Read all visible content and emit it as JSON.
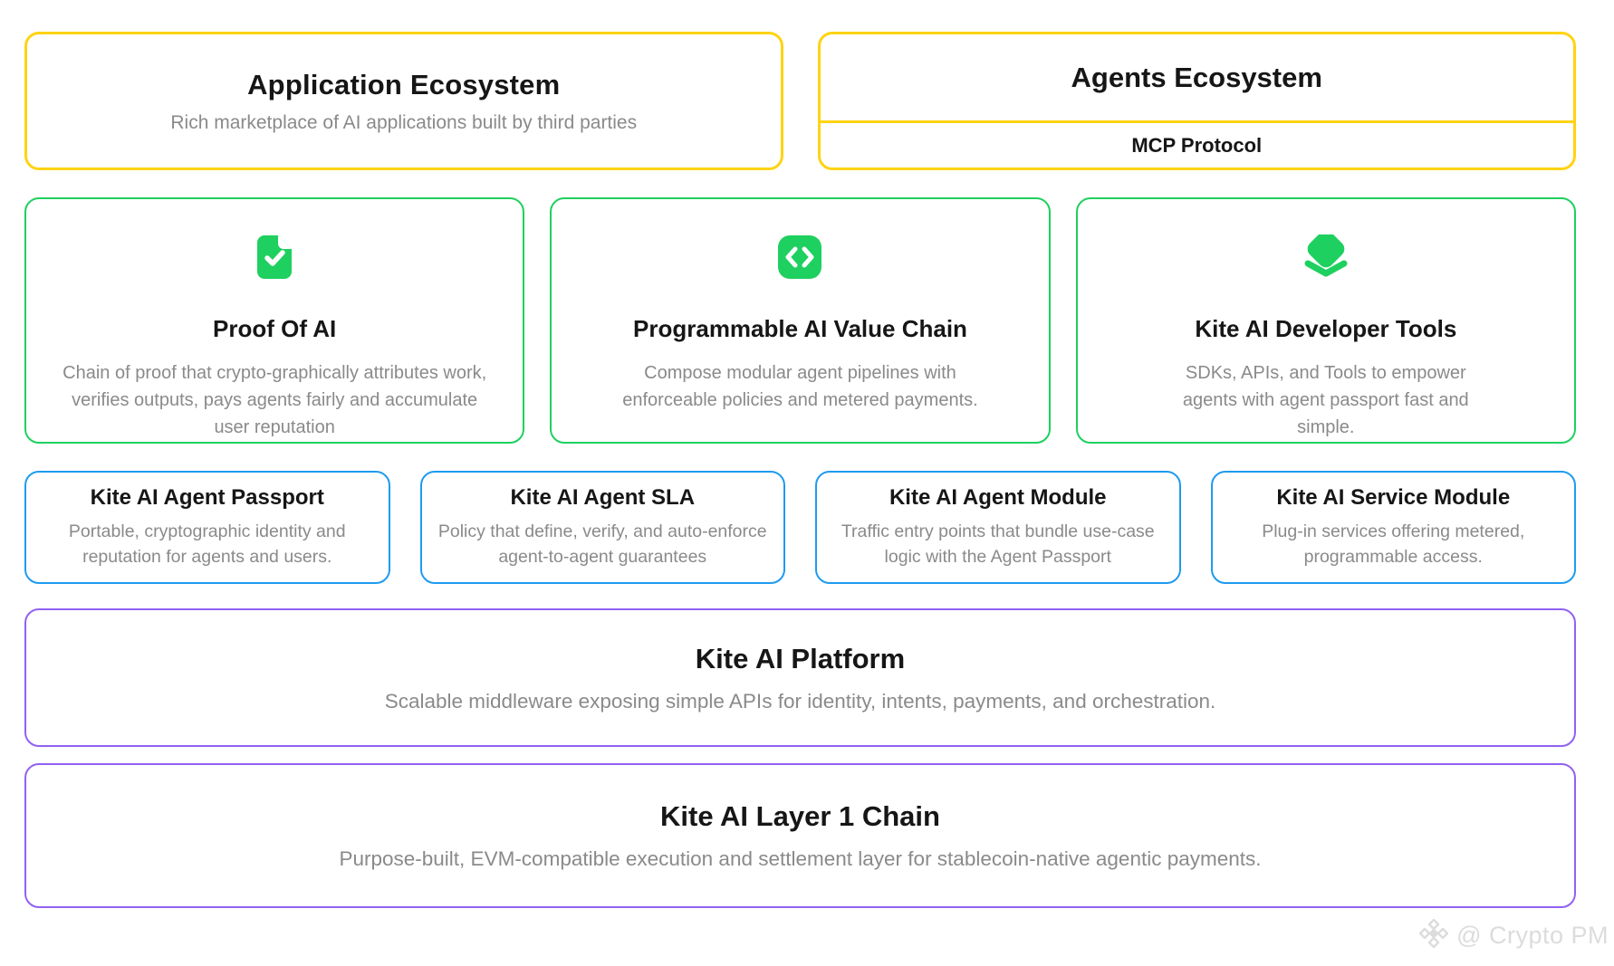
{
  "colors": {
    "yellow": "#ffd312",
    "green": "#1ed05f",
    "blue": "#1e9bf0",
    "purple": "#9161f2",
    "heading": "#161616",
    "subtitle_gray": "#8a8a8a",
    "watermark_gray": "#dcdcdc"
  },
  "top_row": {
    "application_ecosystem": {
      "title": "Application Ecosystem",
      "subtitle": "Rich marketplace of AI applications built by third parties"
    },
    "agents_ecosystem": {
      "title": "Agents Ecosystem",
      "protocol_label": "MCP Protocol"
    }
  },
  "feature_cards": [
    {
      "icon": "document-check-icon",
      "title": "Proof Of AI",
      "description": "Chain of proof that crypto-graphically attributes work, verifies outputs, pays agents fairly and accumulate user reputation"
    },
    {
      "icon": "code-brackets-icon",
      "title": "Programmable AI Value Chain",
      "description": "Compose modular agent pipelines with enforceable policies and metered payments."
    },
    {
      "icon": "layers-icon",
      "title": "Kite AI Developer Tools",
      "description": "SDKs, APIs, and Tools to empower agents with agent passport fast and simple."
    }
  ],
  "module_cards": [
    {
      "title": "Kite AI Agent Passport",
      "description": "Portable, cryptographic identity and reputation for agents and users."
    },
    {
      "title": "Kite AI Agent SLA",
      "description": "Policy that define, verify, and auto-enforce agent-to-agent guarantees"
    },
    {
      "title": "Kite AI Agent Module",
      "description": "Traffic entry points that bundle use-case logic with the Agent Passport"
    },
    {
      "title": "Kite AI Service Module",
      "description": "Plug-in services offering metered, programmable access."
    }
  ],
  "platform_band": {
    "title": "Kite AI Platform",
    "subtitle": "Scalable middleware exposing simple APIs for identity, intents, payments, and orchestration."
  },
  "layer1_band": {
    "title": "Kite AI Layer 1 Chain",
    "subtitle": "Purpose-built, EVM-compatible execution and settlement layer for stablecoin-native agentic payments."
  },
  "watermark": {
    "handle": "@ Crypto PM"
  }
}
